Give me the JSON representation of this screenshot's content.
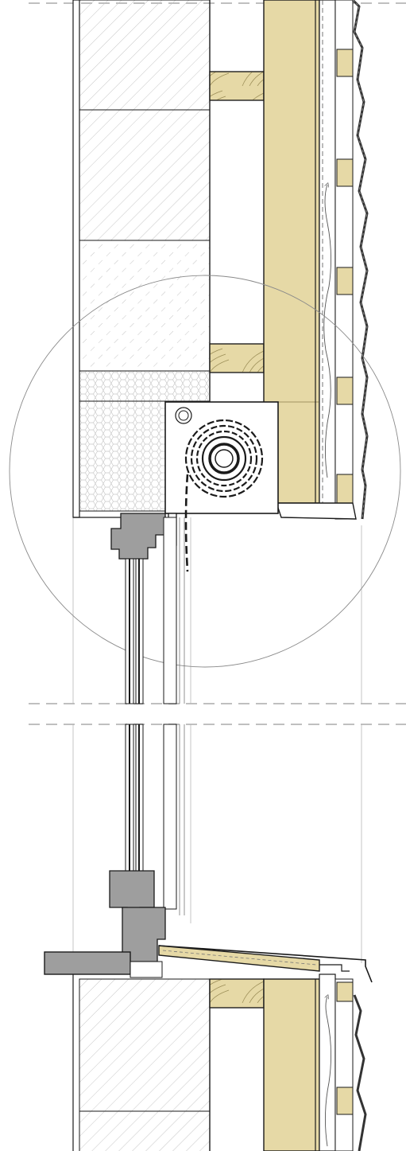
{
  "title": "",
  "drawing": {
    "type": "architectural-section",
    "subject": "",
    "view": "vertical-section",
    "elements": [
      "masonry-wall-upper",
      "masonry-wall-lower",
      "insulation-block",
      "timber-battens",
      "wood-fibre-insulation-board",
      "cladding-shingles",
      "roller-shutter-box",
      "shutter-roll",
      "window-frame-head",
      "window-frame-sill",
      "glazing",
      "window-sill-board",
      "sill-flashing",
      "ventilation-airflow-arrows",
      "detail-circle",
      "break-lines"
    ],
    "colors": {
      "wood": "#e6d9a6",
      "frame": "#9e9e9e",
      "line": "#1a1a1a",
      "hatch": "#bdbdbd",
      "break_line": "#bfbfbf",
      "background": "#ffffff"
    }
  }
}
